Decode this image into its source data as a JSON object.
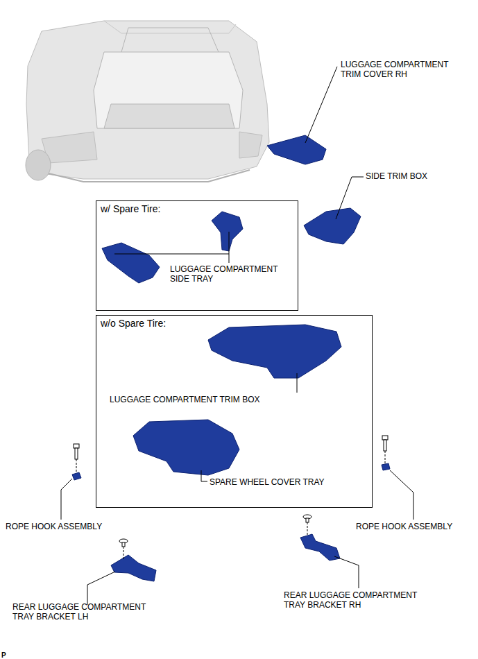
{
  "diagram": {
    "nodes": [
      {
        "text": [
          "w/ Spare Tire:"
        ]
      },
      {
        "text": [
          "w/o Spare Tire:"
        ]
      }
    ],
    "labels": [
      "LUGGAGE COMPARTMENT TRIM COVER RH",
      "SIDE TRIM BOX",
      "LUGGAGE COMPARTMENT SIDE TRAY",
      "LUGGAGE COMPARTMENT TRIM BOX",
      "SPARE WHEEL COVER TRAY",
      "ROPE HOOK ASSEMBLY",
      "ROPE HOOK ASSEMBLY",
      "REAR LUGGAGE COMPARTMENT TRAY BRACKET LH",
      "REAR LUGGAGE COMPARTMENT TRAY BRACKET RH",
      "P"
    ]
  }
}
